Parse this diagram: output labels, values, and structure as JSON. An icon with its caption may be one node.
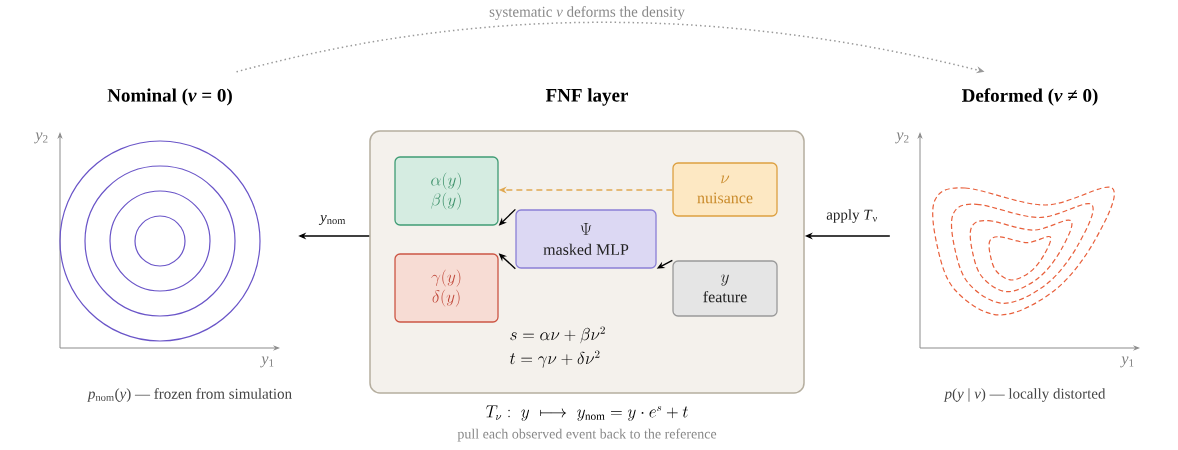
{
  "diagram": {
    "nodes": [
      {
        "text": [
          "Nominal (*ν* = 0)"
        ],
        "beside": [
          "*p*$_{nom}$(*y*) — frozen from simulation"
        ]
      },
      {
        "text": [
          "FNF layer",
          "s = \\alpha\\nu + \\beta\\nu^2",
          "t = \\gamma\\nu + \\delta\\nu^2"
        ],
        "beside": [
          "T_\\nu :\\; y \\;\\longmapsto\\; y_{\\mathrm{nom}} = y \\cdot e^{s} + t",
          "pull each observed event back to the reference"
        ]
      },
      {
        "text": [
          "\\alpha(y)",
          "\\beta(y)"
        ],
        "in": 1
      },
      {
        "text": [
          "\\gamma(y)",
          "\\delta(y)"
        ],
        "in": 1
      },
      {
        "text": [
          "\\Psi",
          "masked MLP"
        ],
        "in": 1
      },
      {
        "text": [
          "\\nu",
          "nuisance"
        ],
        "in": 1
      },
      {
        "text": [
          "y",
          "feature"
        ],
        "in": 1
      },
      {
        "text": [
          "Deformed (*ν* ≠ 0)"
        ],
        "beside": [
          "*p*(*y* | *ν*) — locally distorted"
        ]
      }
    ],
    "edges": [
      {
        "from": 0,
        "to": 7,
        "arrow": "to",
        "label": "systematic *ν* deforms the density",
        "style": "dashed",
        "color": "#999999"
      },
      {
        "from": 1,
        "to": 0,
        "arrow": "to",
        "label": "*y*$_{nom}$"
      },
      {
        "from": 7,
        "to": 1,
        "arrow": "to",
        "label": "apply *T*$_{ν}$"
      },
      {
        "from": 5,
        "to": 2,
        "arrow": "to",
        "style": "dashed",
        "color": "#e0a850"
      },
      {
        "from": 4,
        "to": 2,
        "arrow": "to"
      },
      {
        "from": 4,
        "to": 3,
        "arrow": "to"
      },
      {
        "from": 6,
        "to": 4,
        "arrow": "to"
      }
    ],
    "labels": [
      "*y*$_{2}$",
      "*y*$_{2}$",
      "*y*$_{1}$",
      "*y*$_{1}$"
    ]
  }
}
